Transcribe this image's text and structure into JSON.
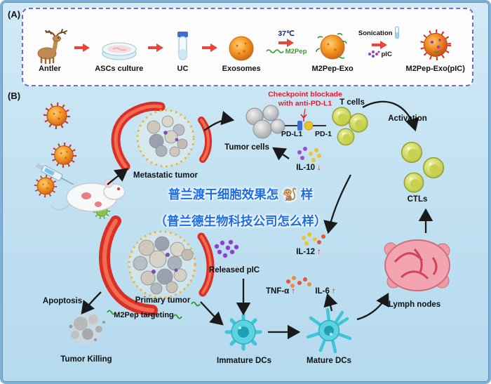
{
  "panel_a": {
    "label": "(A)",
    "steps": [
      {
        "label": "Antler"
      },
      {
        "label": "ASCs culture"
      },
      {
        "label": "UC"
      },
      {
        "label": "Exosomes"
      },
      {
        "label": "M2Pep-Exo"
      },
      {
        "label": "M2Pep-Exo(pIC)"
      }
    ],
    "annotations": {
      "temp": "37℃",
      "m2pep": "M2Pep",
      "sonication": "Sonication",
      "pic": "pIC"
    }
  },
  "panel_b": {
    "label": "(B)",
    "checkpoint_line1": "Checkpoint blockade",
    "checkpoint_line2": "with anti-PD-L1",
    "labels": {
      "t_cells": "T cells",
      "activation": "Activation",
      "tumor_cells": "Tumor cells",
      "pd_l1": "PD-L1",
      "pd_1": "PD-1",
      "metastatic_tumor": "Metastatic tumor",
      "il_10": "IL-10",
      "ctls": "CTLs",
      "il_12": "IL-12",
      "released_pic": "Released pIC",
      "tnf_a": "TNF-α",
      "il_6": "IL-6",
      "lymph_nodes": "Lymph nodes",
      "apoptosis": "Apoptosis",
      "primary_tumor": "Primary tumor",
      "m2pep_targeting": "M2Pep targeting",
      "tumor_killing": "Tumor Killing",
      "immature_dcs": "Immature DCs",
      "mature_dcs": "Mature DCs"
    },
    "arrows": {
      "up": "↑",
      "down": "↓"
    }
  },
  "watermark": {
    "line1": "普兰渡干细胞效果怎 🐒 样",
    "line2": "（普兰德生物科技公司怎么样）"
  },
  "icons": {
    "deer": "deer-with-antlers",
    "petri_dish": "culture-dish",
    "centrifuge_tube": "uc-tube",
    "exosome": "orange-vesicle-sphere",
    "m2pep_exo": "vesicle-with-green-peptides",
    "m2pep_exo_pic": "spiky-vesicle-with-pic",
    "virus_particle": "spiky-orange-exosome",
    "syringe": "injection-syringe",
    "mouse": "lab-mouse",
    "tumor": "red-vessel-tumor-cluster",
    "t_cell": "green-lymphocyte",
    "dendritic_cell": "cyan-spiky-dc",
    "lymph_node": "pink-lymph-organ",
    "pic_dots": "purple-rna-dots"
  },
  "colors": {
    "accent_red": "#e8192c",
    "arrow_red": "#e8453c",
    "watermark_blue": "#1b6ce8",
    "panel_border": "#6a6fd8",
    "m2pep_green": "#2e9e22",
    "temp_navy": "#16256e",
    "pic_purple": "#8e3fd1",
    "background": "#c3e2f2"
  }
}
